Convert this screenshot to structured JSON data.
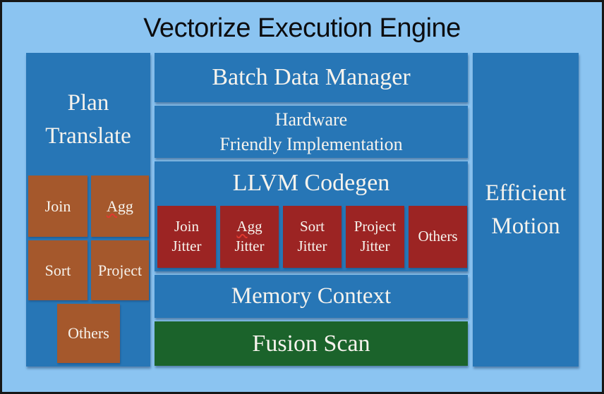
{
  "title": "Vectorize Execution Engine",
  "left_panel": {
    "label_line1": "Plan",
    "label_line2": "Translate",
    "operators": [
      "Join",
      "Agg",
      "Sort",
      "Project",
      "Others"
    ]
  },
  "middle": {
    "batch_data_manager": "Batch Data Manager",
    "hardware_line1": "Hardware",
    "hardware_line2": "Friendly Implementation",
    "llvm_codegen": "LLVM Codegen",
    "jitters": [
      {
        "line1": "Join",
        "line2": "Jitter"
      },
      {
        "line1": "Agg",
        "line2": "Jitter"
      },
      {
        "line1": "Sort",
        "line2": "Jitter"
      },
      {
        "line1": "Project",
        "line2": "Jitter"
      },
      {
        "line1": "Others",
        "line2": ""
      }
    ],
    "memory_context": "Memory Context",
    "fusion_scan": "Fusion Scan"
  },
  "right_panel": {
    "label_line1": "Efficient",
    "label_line2": "Motion"
  },
  "colors": {
    "background": "#8BC4F1",
    "panel_blue": "#2776B6",
    "operator_brown": "#A5582C",
    "jitter_red": "#9C2423",
    "fusion_green": "#1B632B",
    "title_text": "#0C0C0E",
    "box_text": "#F6F3ED"
  }
}
